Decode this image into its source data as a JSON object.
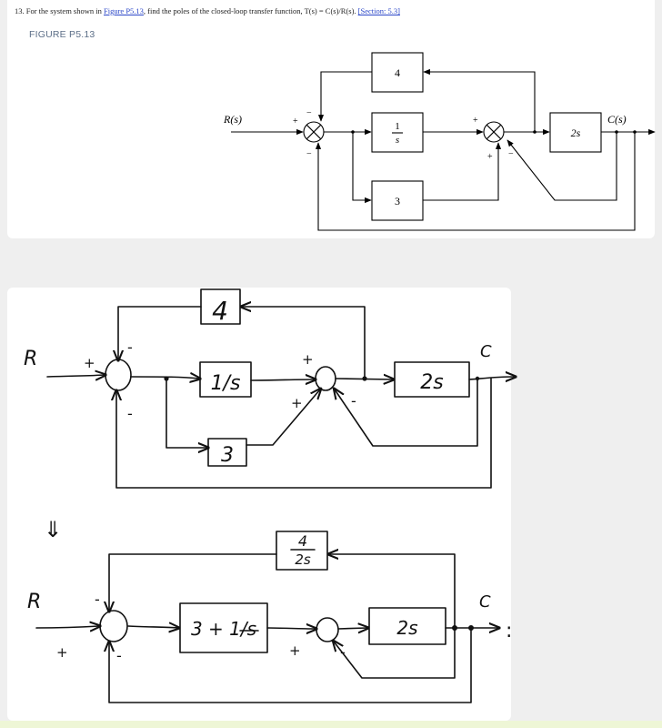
{
  "question": {
    "prefix": "13. For the system shown in ",
    "figure_link": "Figure P5.13",
    "middle": ", find the poles of the closed-loop transfer function, T(s) = C(s)/R(s). ",
    "section_link": "[Section: 5.3]"
  },
  "figure_label": "FIGURE P5.13",
  "diagram": {
    "input": "R(s)",
    "output": "C(s)",
    "block_feedback": "4",
    "block_integrator_num": "1",
    "block_integrator_den": "s",
    "block_parallel": "3",
    "block_plant": "2s",
    "plus": "+",
    "minus": "−"
  },
  "hand1": {
    "input": "R",
    "output": "C",
    "block_top": "4",
    "block_int": "1/s",
    "block_par": "3",
    "block_plant": "2s",
    "plus": "+",
    "minus": "-"
  },
  "hand2": {
    "arrow": "⇓",
    "input": "R",
    "output": "C",
    "block_top_num": "4",
    "block_top_den": "2s",
    "block_sum": "3 + 1/s",
    "block_plant": "2s",
    "plus": "+",
    "minus": "-",
    "colon": ":"
  }
}
